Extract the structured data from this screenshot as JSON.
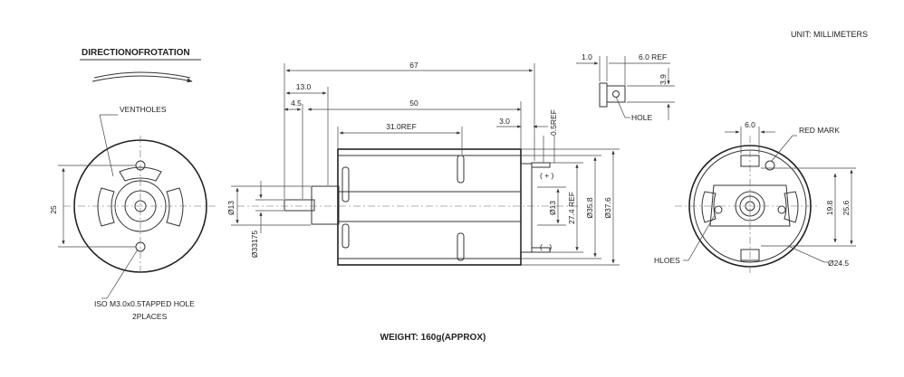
{
  "unit_label": "UNIT: MILLIMETERS",
  "weight_label": "WEIGHT: 160g(APPROX)",
  "left_view": {
    "title": "DIRECTIONOFROTATION",
    "vent_label": "VENTHOLES",
    "dim_25": "25",
    "hole_label_1": "ISO M3.0x0.5TAPPED HOLE",
    "hole_label_2": "2PLACES"
  },
  "side_view": {
    "dim_67": "67",
    "dim_13": "13.0",
    "dim_45": "4.5",
    "dim_50": "50",
    "dim_31": "31.0REF",
    "dim_30": "3.0",
    "dim_05": "0.5REF",
    "dim_d13_shaft": "Ø13",
    "dim_d3175": "Ø33175",
    "plus": "( + )",
    "minus": "( - )",
    "dim_d13": "Ø13",
    "dim_274": "27.4 REF",
    "dim_358": "Ø35.8",
    "dim_376": "Ø37.6"
  },
  "terminal_detail": {
    "dim_10": "1.0",
    "dim_60": "6.0 REF",
    "dim_39": "3.9",
    "hole_label": "HOLE"
  },
  "rear_view": {
    "dim_60": "6.0",
    "red_mark": "RED  MARK",
    "dim_198": "19.8",
    "dim_256": "25.6",
    "holes_label": "HLOES",
    "dim_245": "Ø24.5"
  }
}
